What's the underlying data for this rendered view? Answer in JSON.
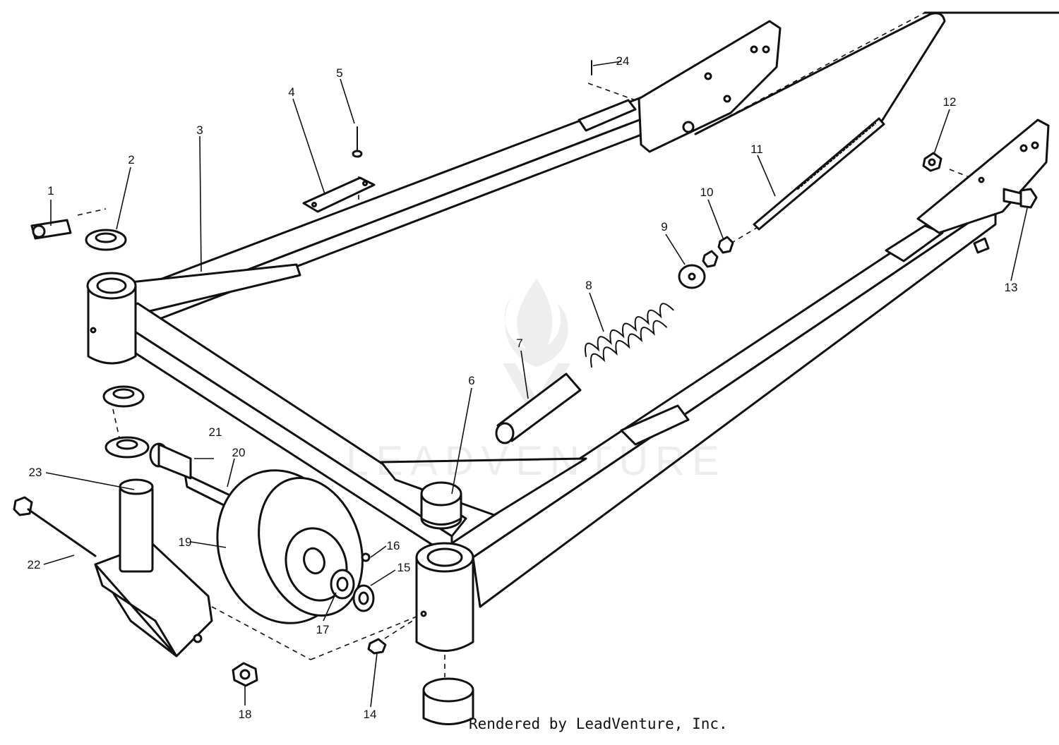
{
  "diagram": {
    "credit": "Rendered by LeadVenture, Inc.",
    "watermark": "LEADVENTURE",
    "callouts": [
      "1",
      "2",
      "3",
      "4",
      "5",
      "6",
      "7",
      "8",
      "9",
      "10",
      "11",
      "12",
      "13",
      "14",
      "15",
      "16",
      "17",
      "18",
      "19",
      "20",
      "21",
      "22",
      "23",
      "24"
    ]
  }
}
